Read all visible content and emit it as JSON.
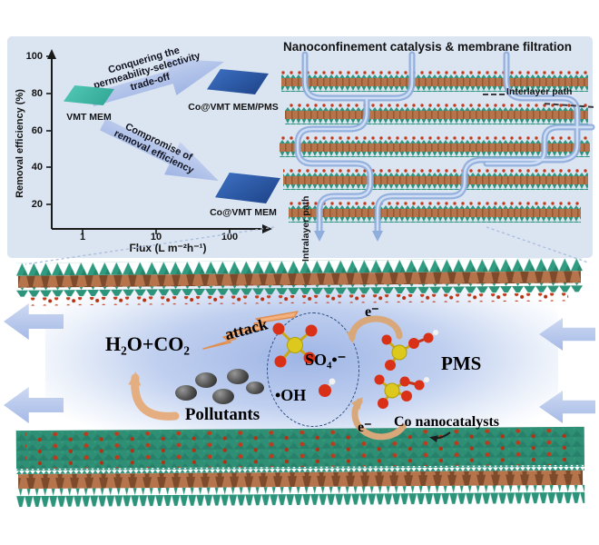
{
  "top_panel": {
    "title": "Nanoconfinement catalysis & membrane filtration",
    "chart": {
      "ylabel": "Removal efficiency (%)",
      "xlabel": "Flux (L m⁻²h⁻¹)",
      "y_ticks": [
        "100",
        "80",
        "60",
        "40",
        "20"
      ],
      "x_ticks": [
        "1",
        "10",
        "100"
      ],
      "annotation_up": "Conquering the permeability-selectivity trade-off",
      "annotation_down": "Compromise of removal efficiency",
      "point_vmt_label": "VMT MEM",
      "point_pms_label": "Co@VMT MEM/PMS",
      "point_co_label": "Co@VMT MEM"
    },
    "interlayer_label": "Interlayer path",
    "intralayer_label": "Intralayer path"
  },
  "bottom_panel": {
    "h2o_co2": "H₂O+CO₂",
    "attack": "attack",
    "pollutants": "Pollutants",
    "so4_radical": "SO₄•⁻",
    "oh_radical": "•OH",
    "pms": "PMS",
    "co_nanocatalysts": "Co nanocatalysts",
    "electron_top": "e⁻",
    "electron_bottom": "e⁻"
  },
  "colors": {
    "panel_bg": "#dbe4f1",
    "membrane_teal": "#2f9680",
    "membrane_brown": "#b5744b",
    "cobalt_red": "#c23b1c",
    "water_blue": "#8faddd",
    "dark_membrane_blue": "#2c5cab",
    "vmt_teal": "#3bb7a6",
    "flow_arrow_blue": "#a9bde8",
    "attack_orange": "#f3b17f",
    "electron_tan": "#d8a87a",
    "sulfur_yellow": "#ddc91e",
    "oxygen_red": "#d93018"
  },
  "chart_data": {
    "type": "scatter",
    "title": "Permeability-selectivity trade-off (schematic)",
    "xlabel": "Flux (L m⁻²h⁻¹)",
    "ylabel": "Removal efficiency (%)",
    "x_scale": "log",
    "x_ticks": [
      1,
      10,
      100
    ],
    "ylim": [
      10,
      105
    ],
    "grid": false,
    "points": [
      {
        "label": "VMT MEM",
        "x": 1.5,
        "y": 80
      },
      {
        "label": "Co@VMT MEM/PMS",
        "x": 60,
        "y": 88
      },
      {
        "label": "Co@VMT MEM",
        "x": 60,
        "y": 28
      }
    ],
    "annotations": [
      "Conquering the permeability-selectivity trade-off",
      "Compromise of removal efficiency"
    ]
  }
}
